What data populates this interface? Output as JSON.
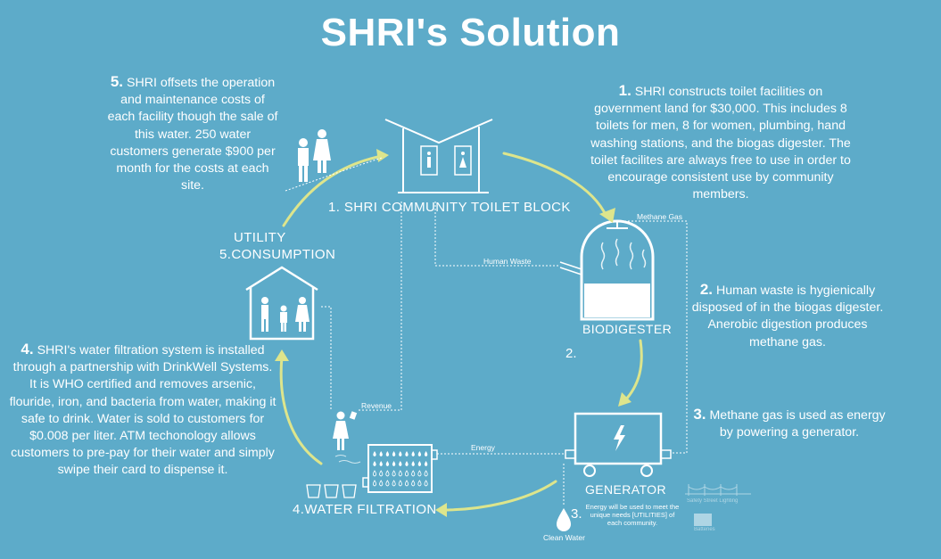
{
  "title": "SHRI's Solution",
  "steps": {
    "s1": {
      "num": "1.",
      "text": "SHRI constructs toilet facilities on government land for $30,000. This includes 8 toilets for men, 8 for women, plumbing, hand washing stations, and the biogas digester. The toilet facilites are always free to use in order to encourage consistent use by community members."
    },
    "s2": {
      "num": "2.",
      "text": "Human waste is hygienically disposed of in the biogas digester. Anerobic digestion produces methane gas."
    },
    "s3": {
      "num": "3.",
      "text": "Methane gas is used as energy by powering a generator."
    },
    "s4": {
      "num": "4.",
      "text": "SHRI's water filtration system is installed through a partnership with DrinkWell Systems. It is WHO certified and removes arsenic, flouride, iron, and bacteria from water, making it safe to drink. Water is sold to customers for $0.008 per liter. ATM techonology allows customers to pre-pay for their water and simply swipe their card to dispense it."
    },
    "s5": {
      "num": "5.",
      "text": "SHRI offsets the operation and maintenance costs of each facility though the sale of this water. 250 water customers generate $900 per month for the costs at each site."
    }
  },
  "nodes": {
    "toilet_block": {
      "num": "1.",
      "label": "SHRI COMMUNITY TOILET BLOCK"
    },
    "biodigester": {
      "label": "BIODIGESTER",
      "num": "2."
    },
    "generator": {
      "label": "GENERATOR",
      "num": "3.",
      "note": "Energy will be used to meet the unique needs [UTILITIES] of each community."
    },
    "water_filtration": {
      "num": "4.",
      "label": "WATER FILTRATION"
    },
    "utility": {
      "line1": "UTILITY",
      "num": "5.",
      "line2": "CONSUMPTION"
    }
  },
  "flows": {
    "human_waste": "Human Waste",
    "methane_gas": "Methane Gas",
    "energy": "Energy",
    "revenue": "Revenue",
    "clean_water": "Clean Water",
    "street_lighting": "Safety Street Lighting",
    "batteries": "Batteries"
  }
}
